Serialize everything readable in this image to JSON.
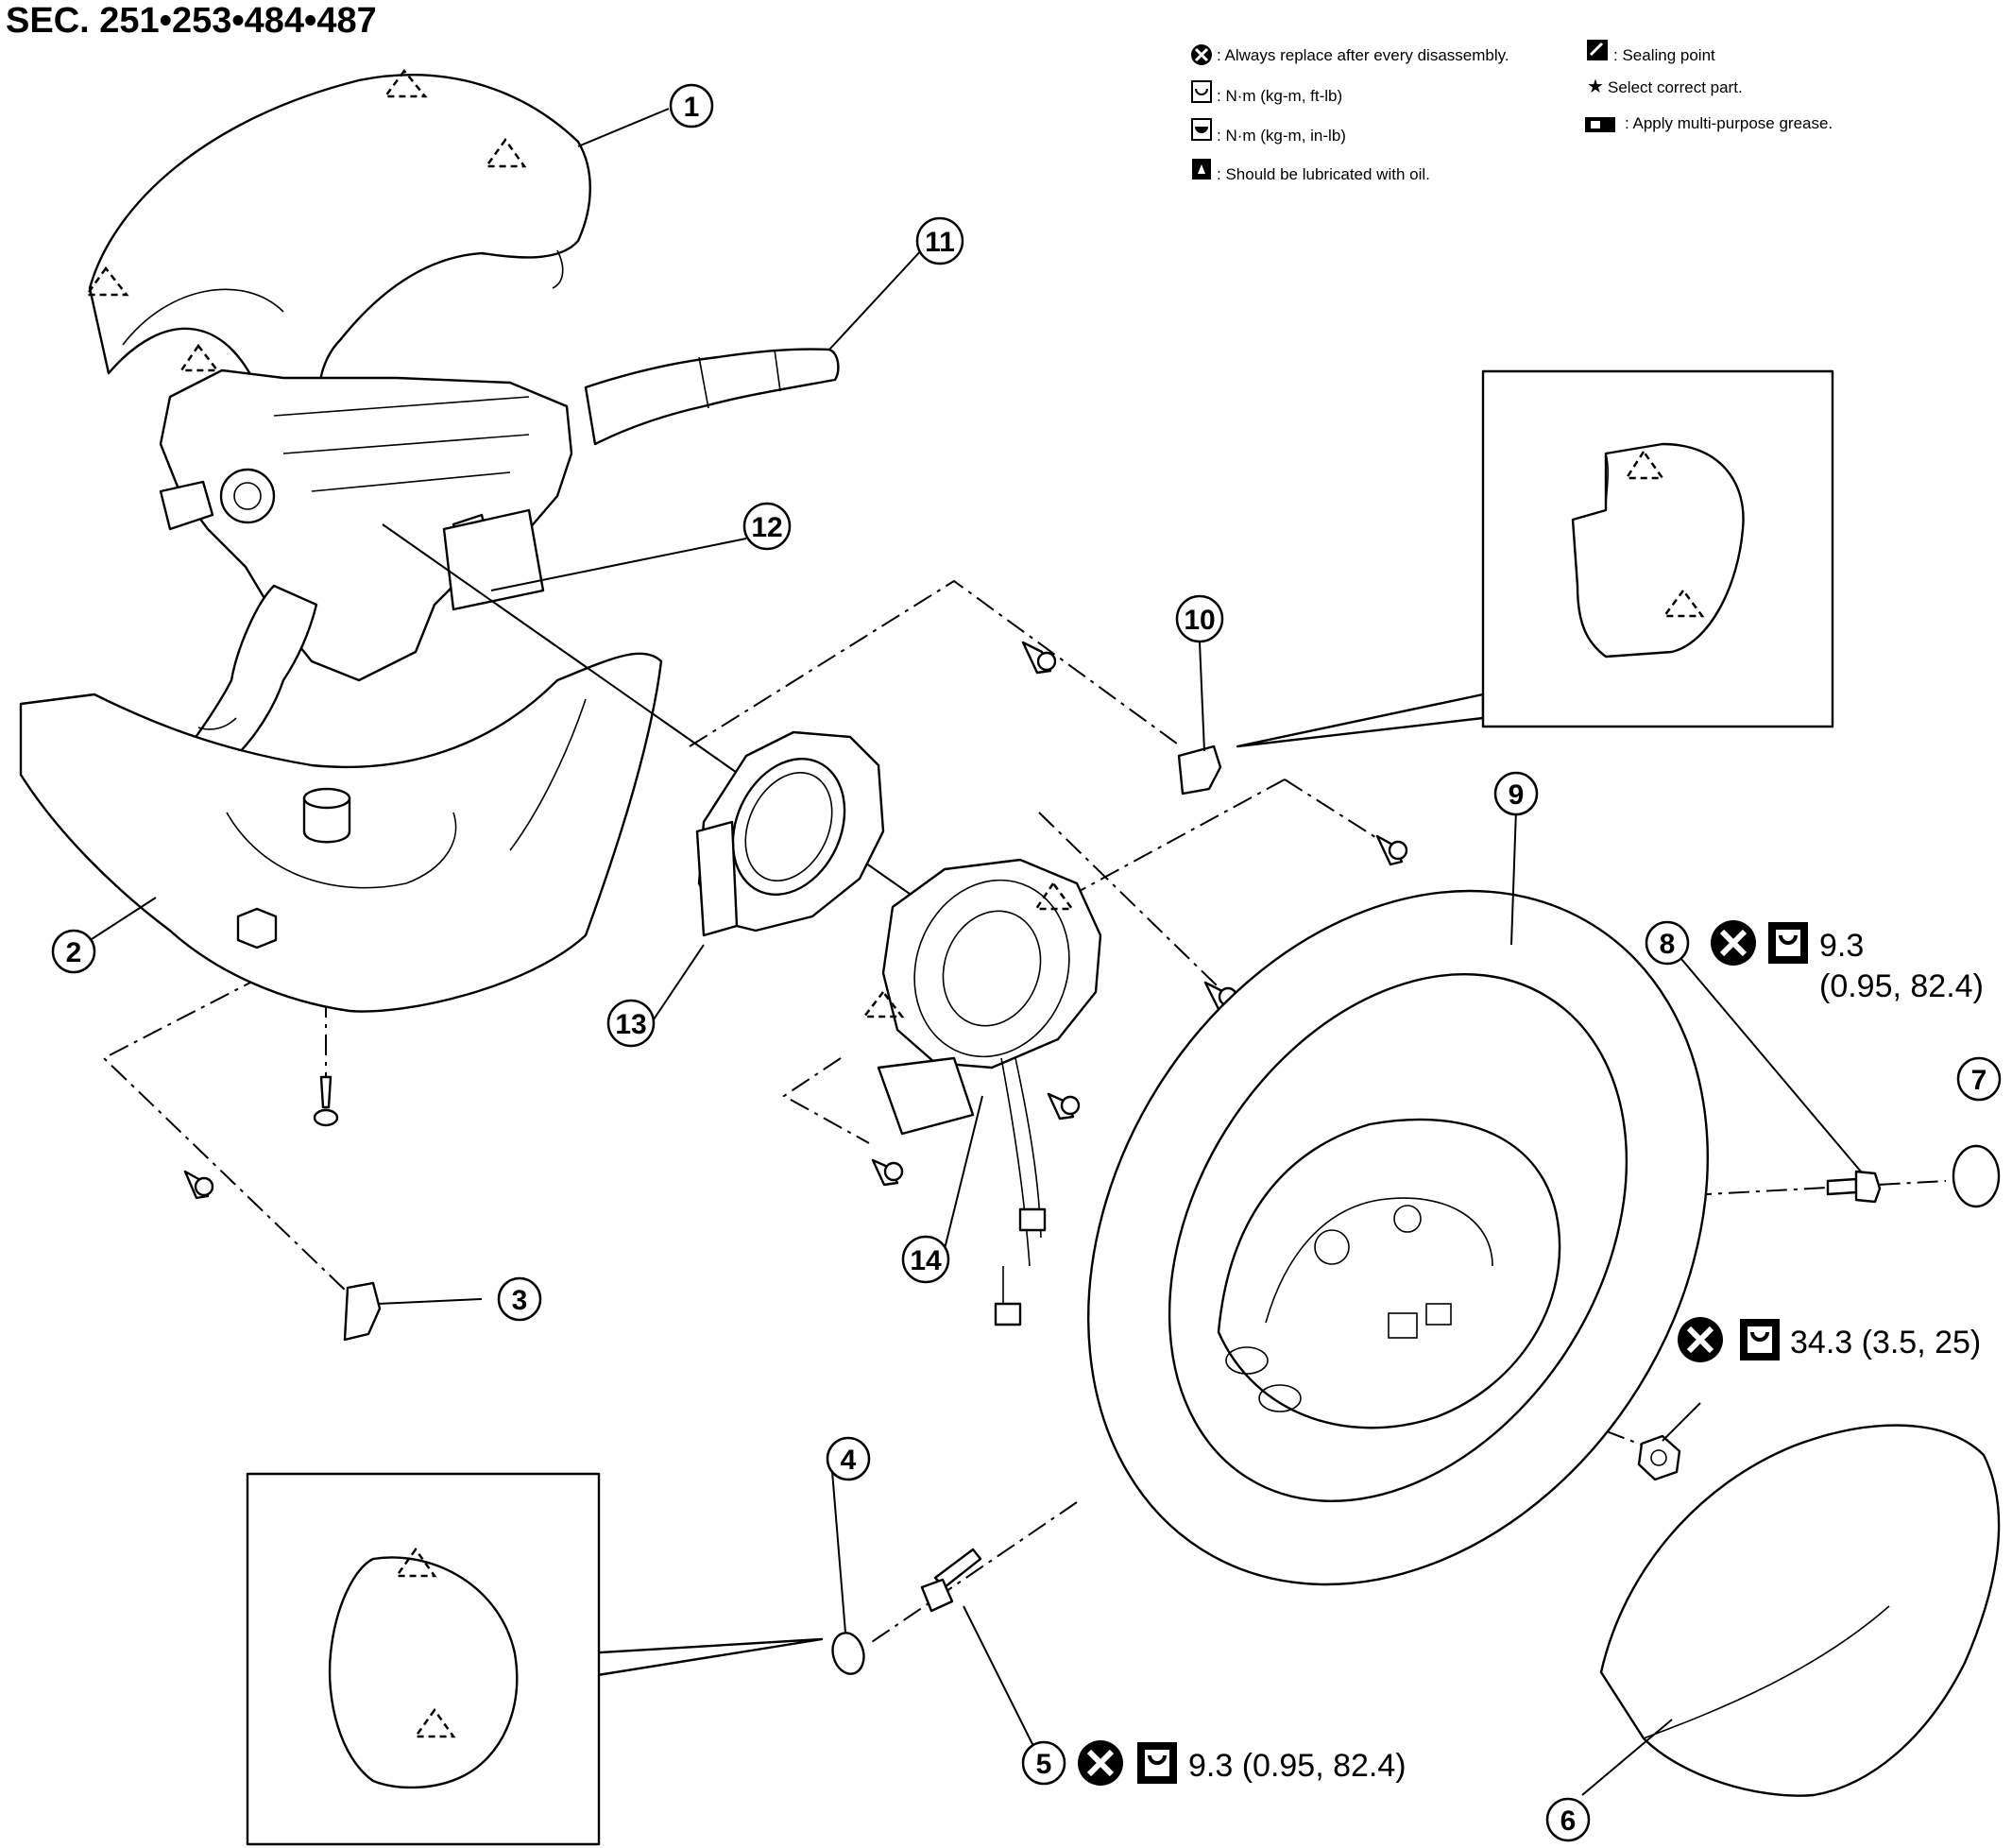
{
  "title": "SEC. 251•253•484•487",
  "legend": {
    "replace": ": Always replace after every disassembly.",
    "torque_ftlb": ": N·m (kg-m, ft-lb)",
    "torque_inlb": ": N·m (kg-m, in-lb)",
    "lubricate": ": Should be lubricated with oil.",
    "sealing": ": Sealing point",
    "select": "Select correct part.",
    "grease": ": Apply multi-purpose grease."
  },
  "callouts": [
    "1",
    "2",
    "3",
    "4",
    "5",
    "6",
    "7",
    "8",
    "9",
    "10",
    "11",
    "12",
    "13",
    "14"
  ],
  "specs": {
    "part8_value": "9.3",
    "part8_detail": "(0.95, 82.4)",
    "nut_value": "34.3 (3.5, 25)",
    "part5_value": "9.3 (0.95, 82.4)"
  },
  "icons": {
    "replace": "circled-x-icon",
    "torque": "torque-wrench-icon",
    "torque_small": "torque-wrench-small-icon",
    "oil": "oil-can-icon",
    "sealing": "sealing-icon",
    "star": "star-icon",
    "grease": "grease-icon"
  }
}
